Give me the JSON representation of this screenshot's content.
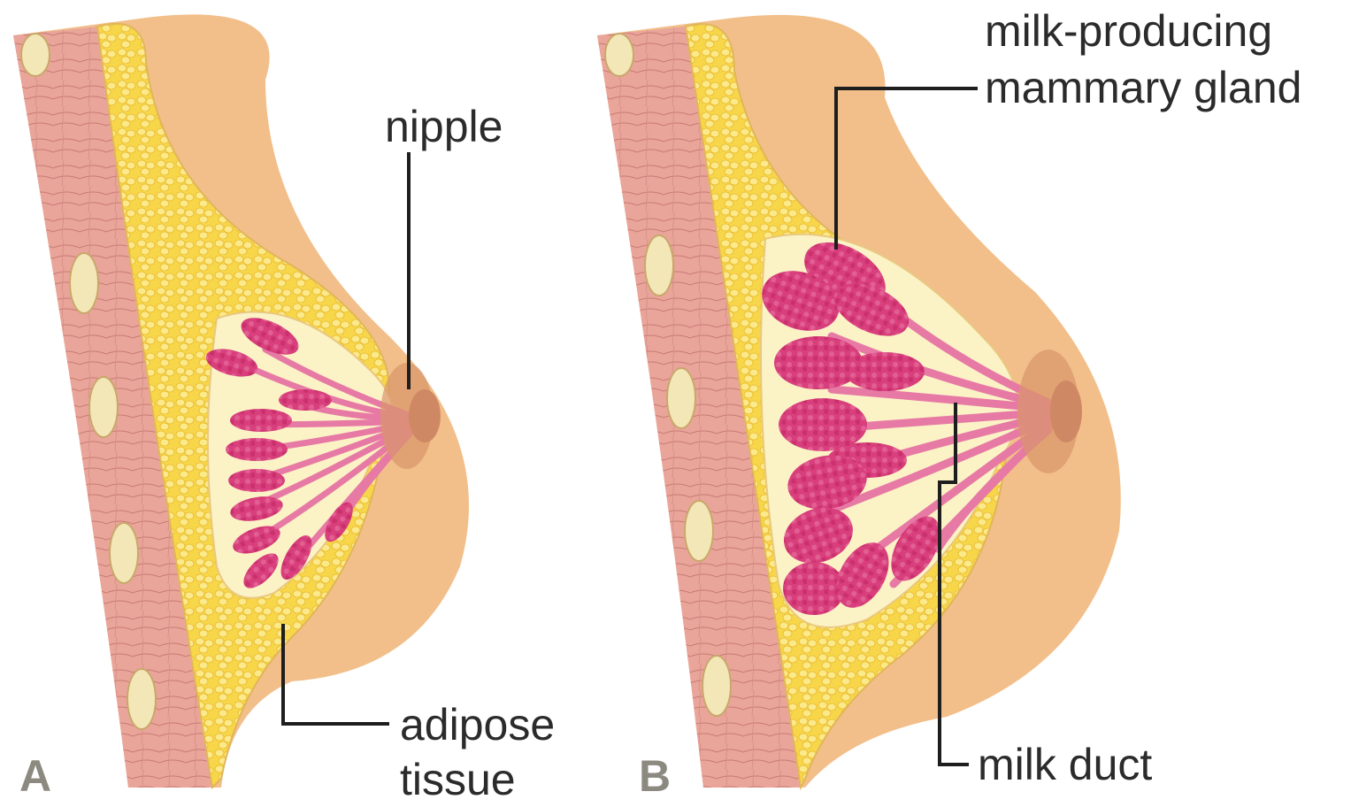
{
  "panels": [
    {
      "letter": "A",
      "labels": {
        "nipple": "nipple",
        "adipose_line1": "adipose",
        "adipose_line2": "tissue"
      }
    },
    {
      "letter": "B",
      "labels": {
        "gland_line1": "milk-producing",
        "gland_line2": "mammary gland",
        "duct": "milk duct"
      }
    }
  ],
  "colors": {
    "skin": "#f2bf8a",
    "skin_shadow": "#e3a56c",
    "muscle": "#e9a59a",
    "muscle_lines": "#c97a73",
    "fat": "#f7d64a",
    "fat_cell": "#fbe98a",
    "gland_bg": "#fbf2c6",
    "lobule": "#d83f7c",
    "duct": "#e77aa5",
    "areola": "#d9956a",
    "rib": "#f3e7b8",
    "leader": "#1e1e1e"
  }
}
